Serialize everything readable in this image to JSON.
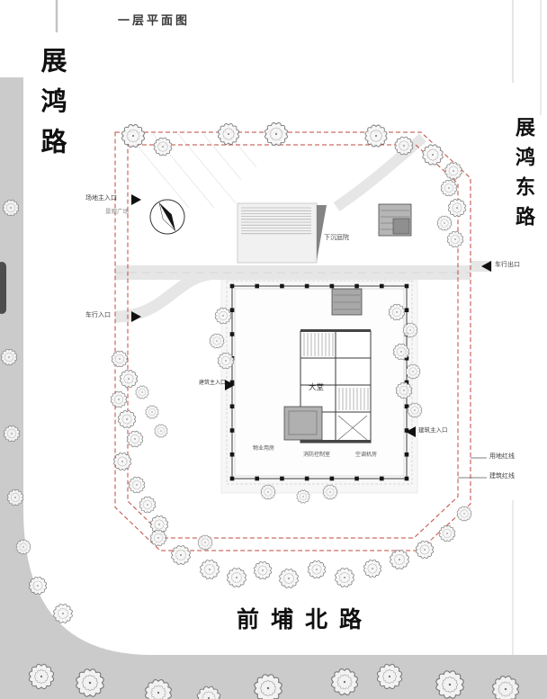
{
  "title": "一层平面图",
  "roads": {
    "left": "展鸿路",
    "right": "展鸿东路",
    "bottom": "前埔北路"
  },
  "labels": {
    "site_main_entrance": "场地主入口",
    "landscape_plaza": "景观广场",
    "sunken_courtyard": "下沉庭院",
    "vehicle_entrance": "车行入口",
    "vehicle_exit": "车行出口",
    "land_red_line": "用地红线",
    "building_red_line": "建筑红线",
    "building_main_entrance_left": "建筑主入口",
    "building_main_entrance_right": "建筑主入口",
    "lobby": "大堂",
    "room_1": "物业用房",
    "room_2": "消防控制室",
    "room_3": "空调机房"
  },
  "colors": {
    "road_gray": "#cbcbcb",
    "red_line": "#bf4a3c",
    "tree_stroke": "#787878",
    "building_line": "#3a3a3a"
  },
  "trees": [
    [
      148,
      151,
      0.78
    ],
    [
      181,
      163,
      0.62
    ],
    [
      254,
      149,
      0.72
    ],
    [
      307,
      149,
      0.78
    ],
    [
      418,
      151,
      0.75
    ],
    [
      449,
      162,
      0.62
    ],
    [
      481,
      172,
      0.7
    ],
    [
      504,
      190,
      0.58
    ],
    [
      499,
      209,
      0.55
    ],
    [
      508,
      231,
      0.6
    ],
    [
      494,
      248,
      0.5
    ],
    [
      506,
      266,
      0.55
    ],
    [
      133,
      399,
      0.55
    ],
    [
      143,
      421,
      0.6
    ],
    [
      132,
      444,
      0.55
    ],
    [
      141,
      466,
      0.6
    ],
    [
      150,
      488,
      0.55
    ],
    [
      136,
      513,
      0.6
    ],
    [
      152,
      539,
      0.55
    ],
    [
      164,
      561,
      0.55
    ],
    [
      177,
      583,
      0.6
    ],
    [
      158,
      436,
      0.45
    ],
    [
      169,
      458,
      0.45
    ],
    [
      179,
      479,
      0.45
    ],
    [
      248,
      351,
      0.55
    ],
    [
      241,
      379,
      0.5
    ],
    [
      251,
      401,
      0.55
    ],
    [
      441,
      347,
      0.55
    ],
    [
      456,
      367,
      0.5
    ],
    [
      446,
      391,
      0.55
    ],
    [
      459,
      413,
      0.5
    ],
    [
      449,
      434,
      0.55
    ],
    [
      461,
      456,
      0.5
    ],
    [
      176,
      598,
      0.55
    ],
    [
      201,
      617,
      0.65
    ],
    [
      228,
      603,
      0.5
    ],
    [
      233,
      633,
      0.65
    ],
    [
      263,
      642,
      0.65
    ],
    [
      292,
      634,
      0.6
    ],
    [
      321,
      643,
      0.65
    ],
    [
      352,
      633,
      0.6
    ],
    [
      383,
      642,
      0.65
    ],
    [
      414,
      632,
      0.6
    ],
    [
      444,
      622,
      0.65
    ],
    [
      472,
      611,
      0.6
    ],
    [
      497,
      593,
      0.55
    ],
    [
      516,
      571,
      0.5
    ],
    [
      298,
      547,
      0.5
    ],
    [
      337,
      552,
      0.45
    ],
    [
      367,
      547,
      0.5
    ],
    [
      12,
      231,
      0.55
    ],
    [
      10,
      397,
      0.55
    ],
    [
      13,
      482,
      0.55
    ],
    [
      17,
      553,
      0.55
    ],
    [
      26,
      608,
      0.5
    ],
    [
      42,
      651,
      0.6
    ],
    [
      70,
      682,
      0.65
    ],
    [
      46,
      752,
      0.85
    ],
    [
      100,
      759,
      0.95
    ],
    [
      176,
      770,
      0.9
    ],
    [
      232,
      776,
      0.8
    ],
    [
      298,
      765,
      0.95
    ],
    [
      383,
      758,
      0.9
    ],
    [
      433,
      752,
      0.85
    ],
    [
      500,
      761,
      0.95
    ],
    [
      562,
      766,
      0.9
    ]
  ]
}
